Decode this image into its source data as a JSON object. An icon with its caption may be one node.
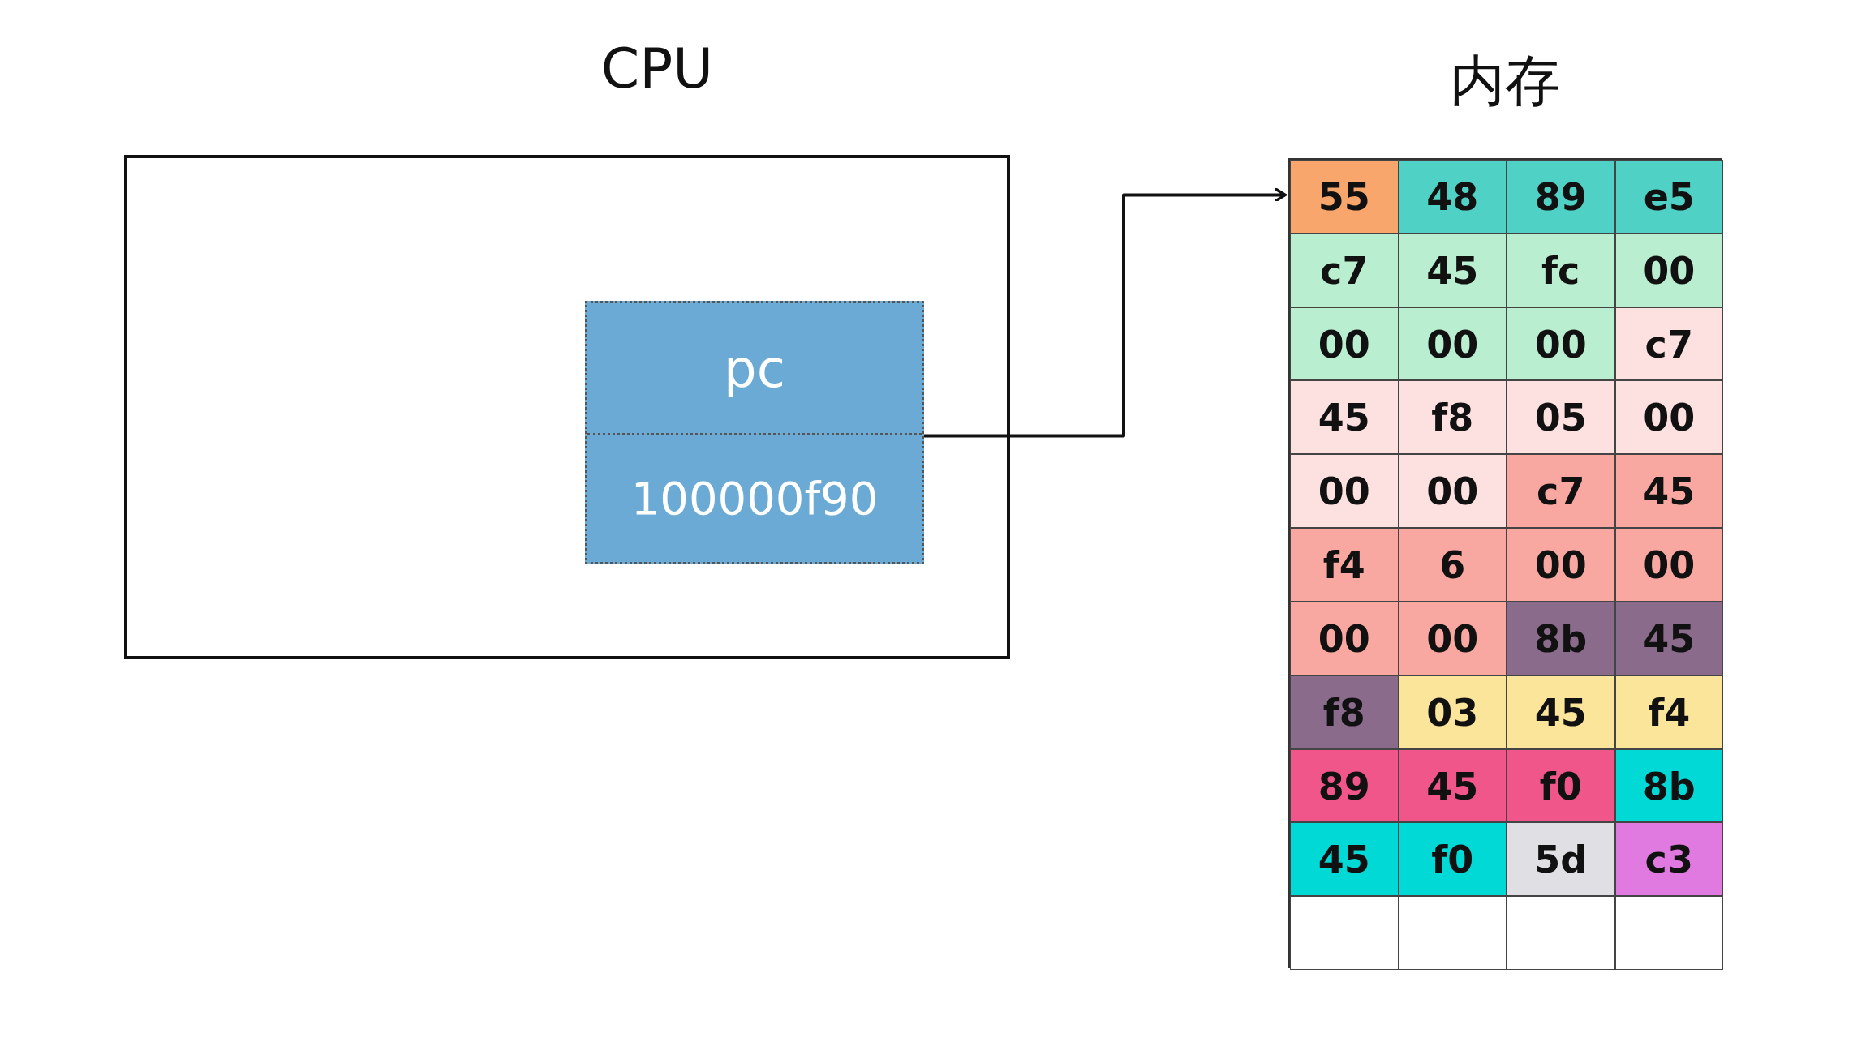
{
  "diagram": {
    "nodes": [
      {
        "text": [
          "CPU"
        ]
      },
      {
        "text": [
          "pc",
          "100000f90"
        ],
        "in": 0
      },
      {
        "text": [
          "内存"
        ]
      },
      {
        "text": [
          "55"
        ],
        "in": 2
      },
      {
        "text": [
          "48"
        ],
        "in": 2
      },
      {
        "text": [
          "89"
        ],
        "in": 2
      },
      {
        "text": [
          "e5"
        ],
        "in": 2
      },
      {
        "text": [
          "c7"
        ],
        "in": 2
      },
      {
        "text": [
          "45"
        ],
        "in": 2
      },
      {
        "text": [
          "fc"
        ],
        "in": 2
      },
      {
        "text": [
          "00"
        ],
        "in": 2
      },
      {
        "text": [
          "00"
        ],
        "in": 2
      },
      {
        "text": [
          "00"
        ],
        "in": 2
      },
      {
        "text": [
          "00"
        ],
        "in": 2
      },
      {
        "text": [
          "c7"
        ],
        "in": 2
      },
      {
        "text": [
          "45"
        ],
        "in": 2
      },
      {
        "text": [
          "f8"
        ],
        "in": 2
      },
      {
        "text": [
          "05"
        ],
        "in": 2
      },
      {
        "text": [
          "00"
        ],
        "in": 2
      },
      {
        "text": [
          "00"
        ],
        "in": 2
      },
      {
        "text": [
          "00"
        ],
        "in": 2
      },
      {
        "text": [
          "c7"
        ],
        "in": 2
      },
      {
        "text": [
          "45"
        ],
        "in": 2
      },
      {
        "text": [
          "f4"
        ],
        "in": 2
      },
      {
        "text": [
          "6"
        ],
        "in": 2
      },
      {
        "text": [
          "00"
        ],
        "in": 2
      },
      {
        "text": [
          "00"
        ],
        "in": 2
      },
      {
        "text": [
          "00"
        ],
        "in": 2
      },
      {
        "text": [
          "00"
        ],
        "in": 2
      },
      {
        "text": [
          "8b"
        ],
        "in": 2
      },
      {
        "text": [
          "45"
        ],
        "in": 2
      },
      {
        "text": [
          "f8"
        ],
        "in": 2
      },
      {
        "text": [
          "03"
        ],
        "in": 2
      },
      {
        "text": [
          "45"
        ],
        "in": 2
      },
      {
        "text": [
          "f4"
        ],
        "in": 2
      },
      {
        "text": [
          "89"
        ],
        "in": 2
      },
      {
        "text": [
          "45"
        ],
        "in": 2
      },
      {
        "text": [
          "f0"
        ],
        "in": 2
      },
      {
        "text": [
          "8b"
        ],
        "in": 2
      },
      {
        "text": [
          "45"
        ],
        "in": 2
      },
      {
        "text": [
          "f0"
        ],
        "in": 2
      },
      {
        "text": [
          "5d"
        ],
        "in": 2
      },
      {
        "text": [
          "c3"
        ],
        "in": 2
      },
      {
        "text": [],
        "shape": "box",
        "in": 2
      },
      {
        "text": [],
        "shape": "box",
        "in": 2
      },
      {
        "text": [],
        "shape": "box",
        "in": 2
      },
      {
        "text": [],
        "shape": "box",
        "in": 2
      }
    ],
    "edges": [
      {
        "from": 1,
        "to": 3,
        "arrow": "to"
      }
    ]
  }
}
